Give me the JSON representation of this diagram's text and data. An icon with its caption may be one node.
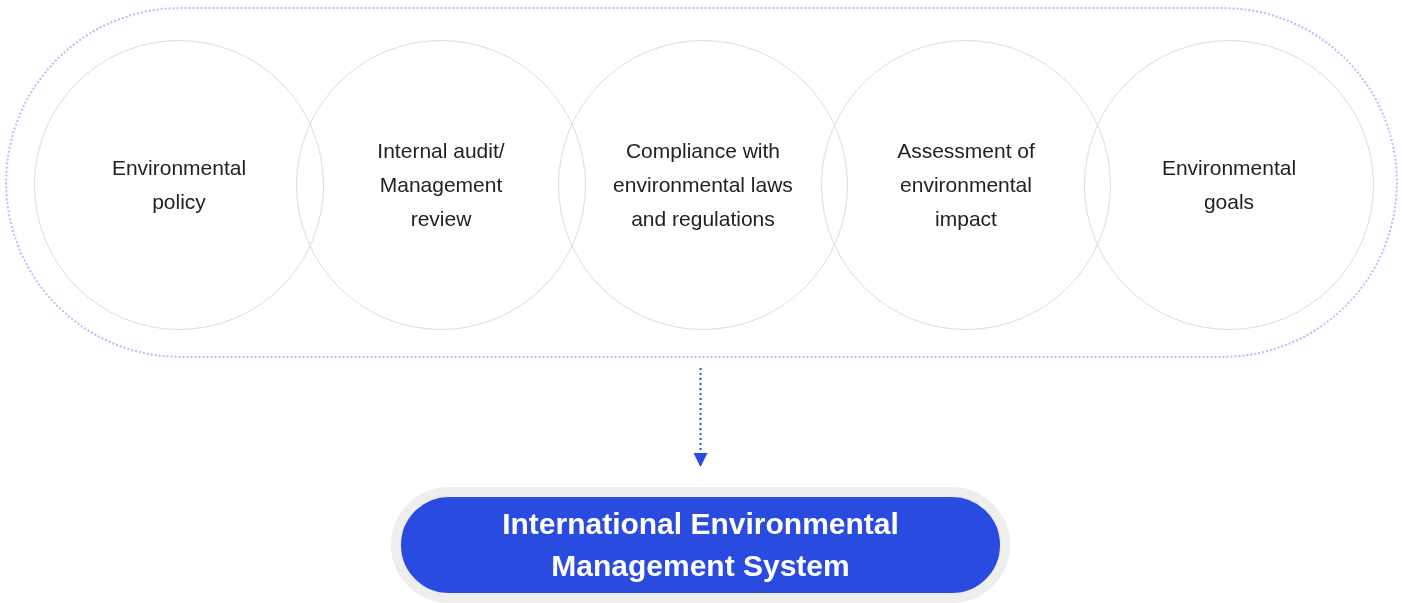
{
  "diagram": {
    "nodes": [
      {
        "text": [],
        "shape": "box"
      },
      {
        "text": [
          "Environmental policy"
        ],
        "in": 0
      },
      {
        "text": [
          "Internal audit/ Management review"
        ],
        "in": 0
      },
      {
        "text": [
          "Compliance with environmental laws and regulations"
        ],
        "in": 0
      },
      {
        "text": [
          "Assessment of environmental impact"
        ],
        "in": 0
      },
      {
        "text": [
          "Environmental goals"
        ],
        "in": 0
      },
      {
        "text": [
          "International Environmental Management System"
        ]
      }
    ],
    "edges": [
      {
        "from": 0,
        "to": 6,
        "arrow": "to",
        "style": "dashed"
      }
    ]
  }
}
